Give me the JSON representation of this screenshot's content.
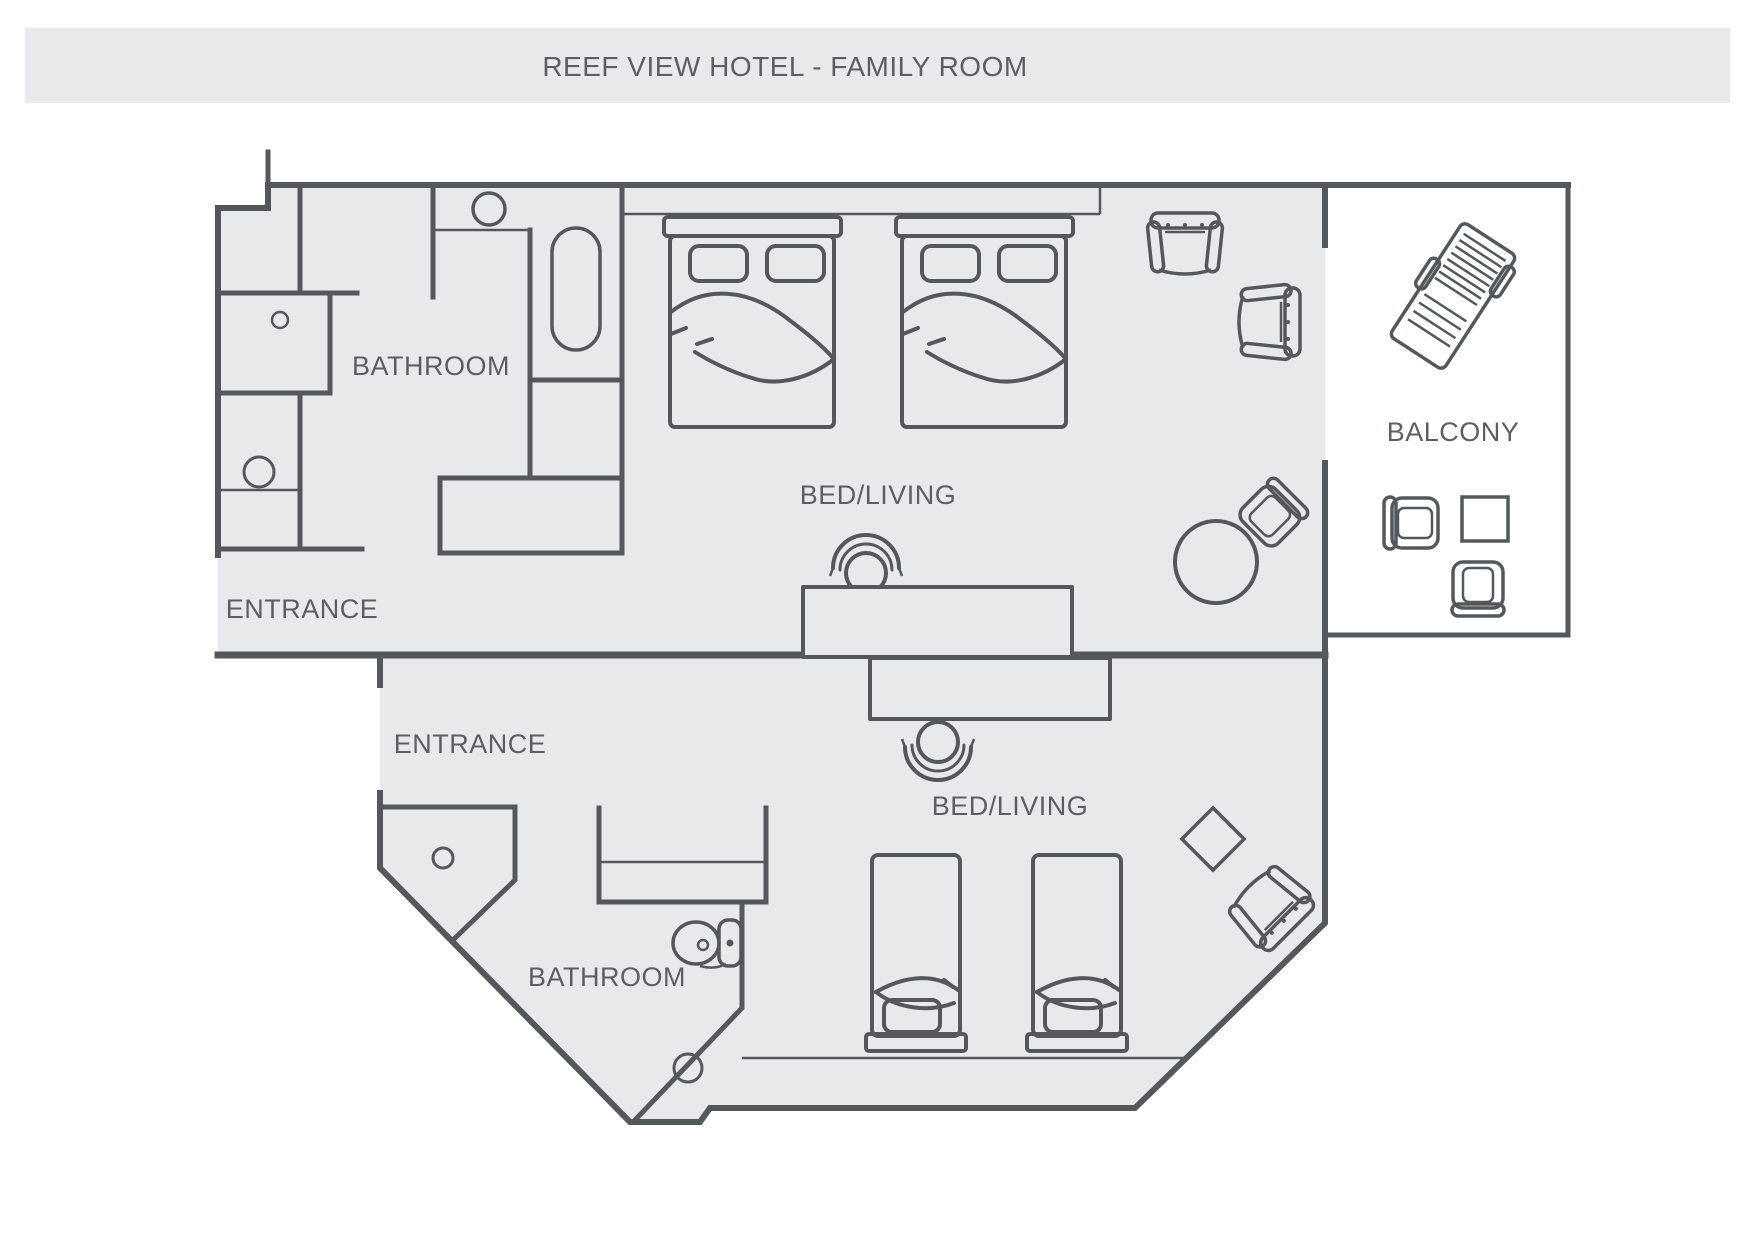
{
  "header": {
    "title": "REEF VIEW HOTEL - FAMILY ROOM"
  },
  "floor_plan": {
    "rooms": {
      "bathroom_upper": "BATHROOM",
      "entrance_upper": "ENTRANCE",
      "bed_living_upper": "BED/LIVING",
      "balcony": "BALCONY",
      "entrance_lower": "ENTRANCE",
      "bathroom_lower": "BATHROOM",
      "bed_living_lower": "BED/LIVING"
    },
    "colors": {
      "wall": "#54585b",
      "floor": "#e8e9eb",
      "banner": "#e7e9ea",
      "text": "#5b5f62",
      "balcony_floor": "#ffffff"
    },
    "icons": [
      "double-bed-icon",
      "double-bed-icon",
      "single-bed-icon",
      "single-bed-icon",
      "desk-icon",
      "desk-icon",
      "desk-chair-icon",
      "desk-chair-icon",
      "armchair-icon",
      "armchair-icon",
      "armchair-icon",
      "round-table-icon",
      "dining-chair-icon",
      "square-table-icon",
      "balcony-chair-icon",
      "balcony-chair-icon",
      "sun-lounger-icon",
      "side-table-icon",
      "bathtub-icon",
      "toilet-icon",
      "toilet-icon",
      "sink-icon",
      "washer-icon",
      "wardrobe-icon"
    ]
  }
}
